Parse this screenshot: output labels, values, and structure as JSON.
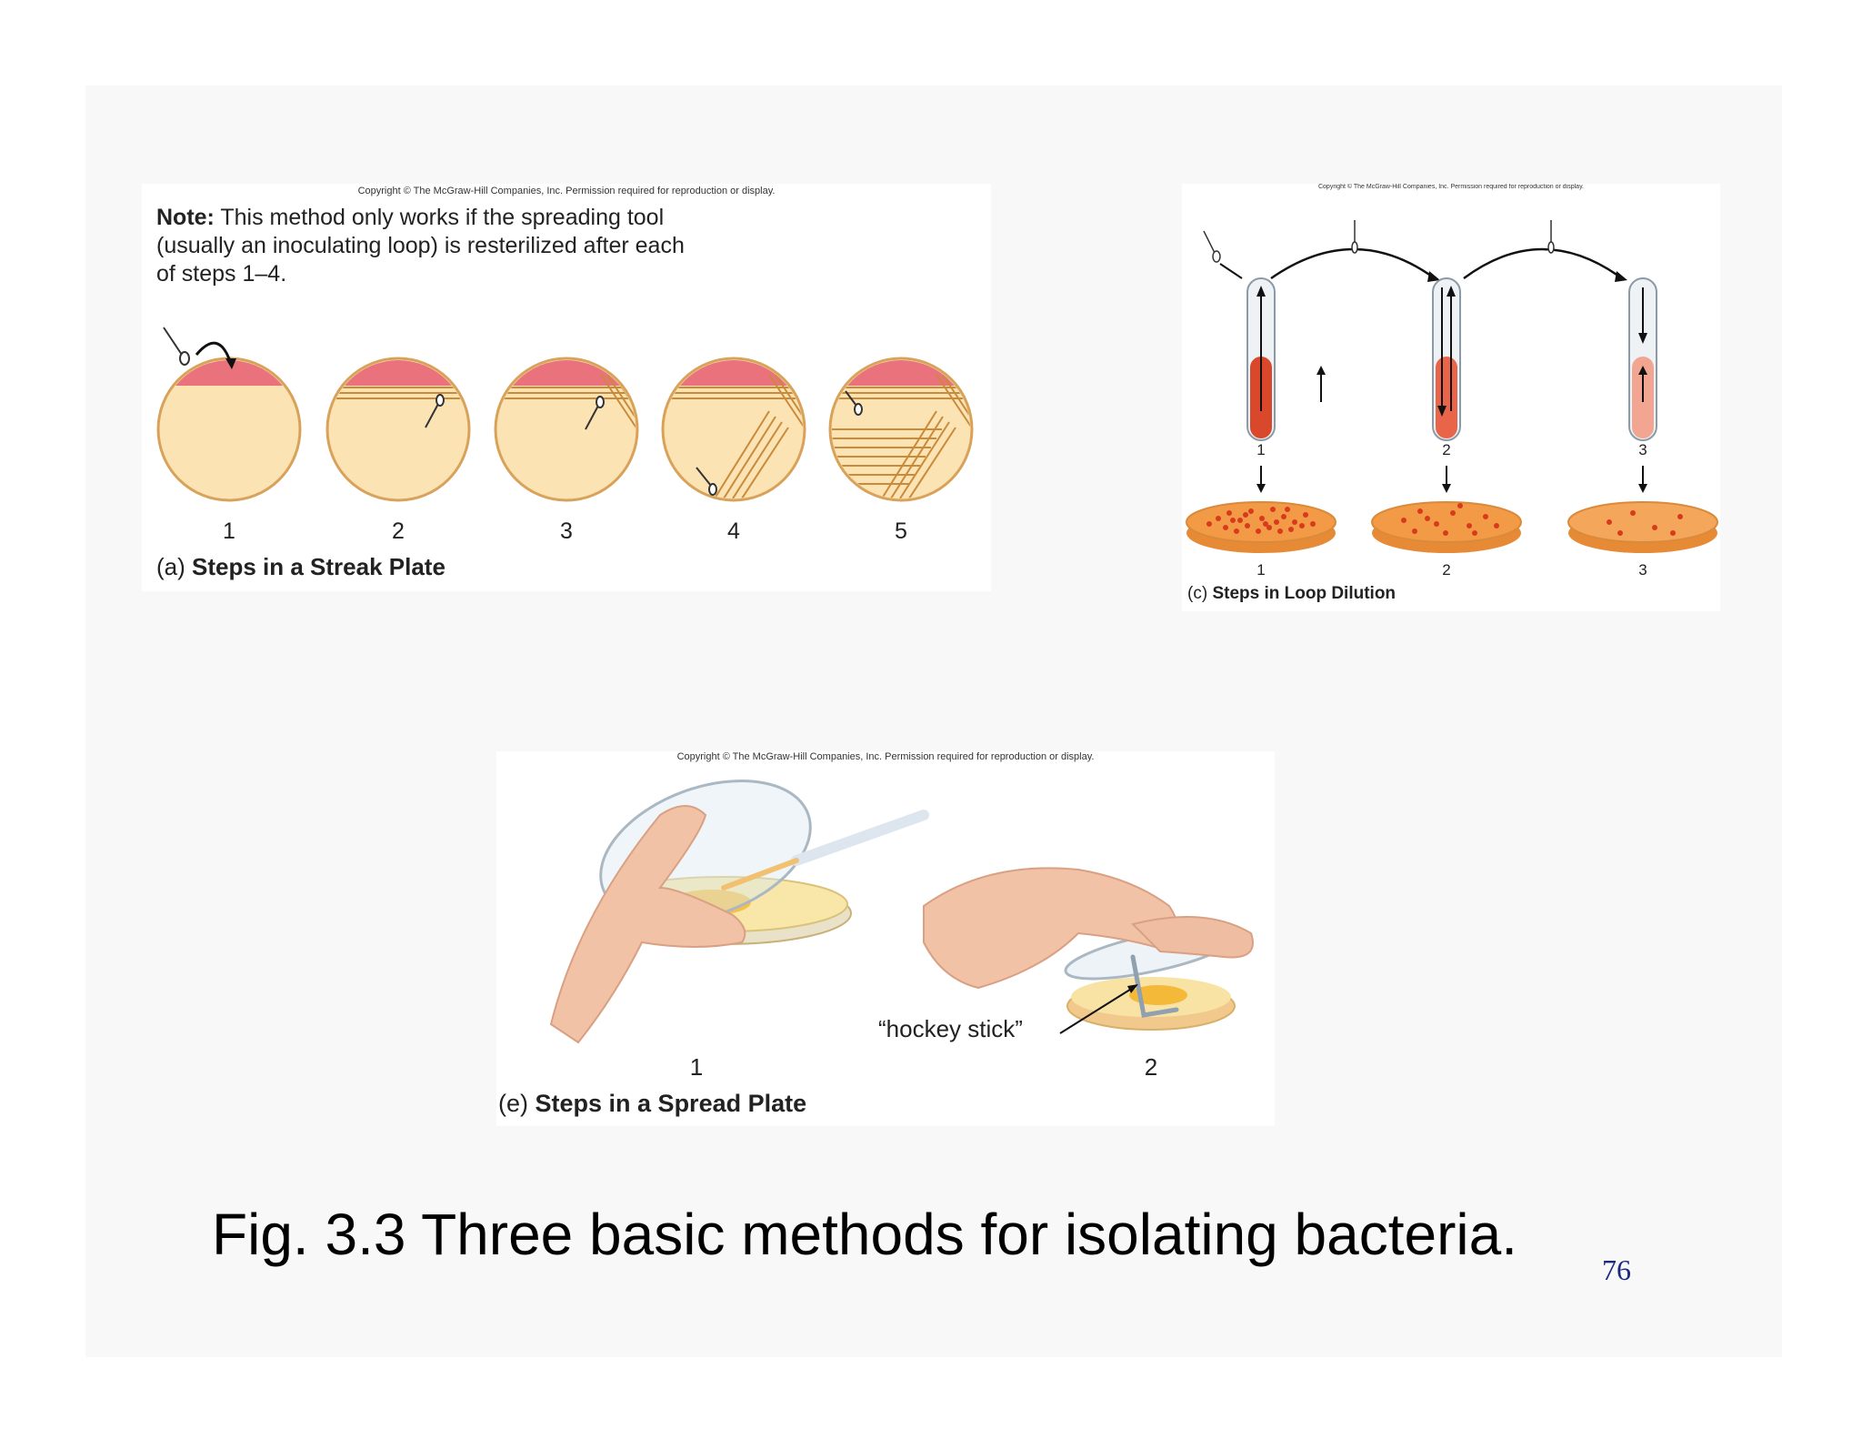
{
  "copyright_text": "Copyright © The McGraw-Hill Companies, Inc. Permission required for reproduction or display.",
  "panel_a": {
    "note_label": "Note:",
    "note_text": " This method only works if the spreading tool (usually an inoculating loop) is resterilized after each of steps 1–4.",
    "step_numbers": [
      "1",
      "2",
      "3",
      "4",
      "5"
    ],
    "caption_letter": "(a)",
    "caption_title": "Steps in a Streak Plate"
  },
  "panel_c": {
    "tube_numbers": [
      "1",
      "2",
      "3"
    ],
    "plate_numbers": [
      "1",
      "2",
      "3"
    ],
    "caption_letter": "(c)",
    "caption_title": "Steps in Loop Dilution"
  },
  "panel_e": {
    "step_numbers": [
      "1",
      "2"
    ],
    "tool_label": "“hockey stick”",
    "caption_letter": "(e)",
    "caption_title": "Steps in a Spread Plate"
  },
  "figure_caption": "Fig. 3.3 Three basic methods for isolating bacteria.",
  "page_number": "76",
  "colors": {
    "agar": "#fbe3b4",
    "plate_rim": "#d9a25a",
    "streak": "#c98a3a",
    "inoculum": "#e9727c",
    "tube_liquid_dark": "#d9482a",
    "tube_liquid_light": "#f2a591",
    "plate_orange": "#f29a45",
    "colony": "#d93a1e",
    "page_number": "#1b2a80"
  }
}
